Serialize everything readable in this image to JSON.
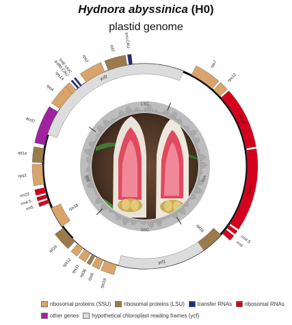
{
  "header": {
    "species": "Hydnora abyssinica",
    "code": "(H0)",
    "subtitle": "plastid genome"
  },
  "colors": {
    "ssu": "#d9a46b",
    "lsu": "#9b7a4c",
    "trna": "#1b2f7a",
    "rrna": "#d4001e",
    "other": "#a0229e",
    "ycf": "#dcdcdc"
  },
  "ring": {
    "lsc_label": "LSC",
    "ssc_label": "SSC",
    "ir_labels": [
      "IRA",
      "IRB"
    ]
  },
  "genes": [
    {
      "name": "ycf2",
      "start": -72,
      "end": 22,
      "strand": "in",
      "cat": "ycf"
    },
    {
      "name": "rps7",
      "start": 27,
      "end": 41,
      "strand": "out",
      "cat": "ssu"
    },
    {
      "name": "rps12",
      "start": 42,
      "end": 47,
      "strand": "out",
      "cat": "ssu"
    },
    {
      "name": "rrn16",
      "start": 48,
      "end": 80,
      "strand": "out",
      "cat": "rrna"
    },
    {
      "name": "rrn23",
      "start": 81,
      "end": 124,
      "strand": "out",
      "cat": "rrna"
    },
    {
      "name": "rrn4.5",
      "start": 125,
      "end": 127,
      "strand": "out",
      "cat": "rrna"
    },
    {
      "name": "rrn5",
      "start": 128,
      "end": 131,
      "strand": "out",
      "cat": "rrna"
    },
    {
      "name": "rpl16",
      "start": 132,
      "end": 145,
      "strand": "in",
      "cat": "lsu"
    },
    {
      "name": "ycf1",
      "start": 145,
      "end": 195,
      "strand": "in",
      "cat": "ycf"
    },
    {
      "name": "rps19",
      "start": 196,
      "end": 203,
      "strand": "out",
      "cat": "ssu"
    },
    {
      "name": "rps8",
      "start": 204,
      "end": 208,
      "strand": "out",
      "cat": "ssu"
    },
    {
      "name": "rpl36",
      "start": 209,
      "end": 211,
      "strand": "out",
      "cat": "lsu"
    },
    {
      "name": "rps11",
      "start": 212,
      "end": 216,
      "strand": "out",
      "cat": "ssu"
    },
    {
      "name": "rps12",
      "start": 217,
      "end": 221,
      "strand": "out",
      "cat": "ssu"
    },
    {
      "name": "rpl16",
      "start": 223,
      "end": 233,
      "strand": "out",
      "cat": "lsu"
    },
    {
      "name": "rps18",
      "start": 234,
      "end": 246,
      "strand": "in",
      "cat": "ssu"
    },
    {
      "name": "rrn5",
      "start": 249,
      "end": 251,
      "strand": "out",
      "cat": "rrna"
    },
    {
      "name": "rrn4.5",
      "start": 252,
      "end": 254,
      "strand": "out",
      "cat": "rrna"
    },
    {
      "name": "rrn23",
      "start": 255,
      "end": 258,
      "strand": "out",
      "cat": "rrna"
    },
    {
      "name": "rps3",
      "start": 260,
      "end": 271,
      "strand": "out",
      "cat": "ssu"
    },
    {
      "name": "rpl14",
      "start": 272,
      "end": 280,
      "strand": "out",
      "cat": "lsu"
    },
    {
      "name": "accD",
      "start": 282,
      "end": 302,
      "strand": "out",
      "cat": "other"
    },
    {
      "name": "rps4",
      "start": 304,
      "end": 315,
      "strand": "out",
      "cat": "ssu"
    },
    {
      "name": "rps14",
      "start": 315,
      "end": 318,
      "strand": "out",
      "cat": "ssu"
    },
    {
      "name": "trnfM-CAU",
      "start": 319,
      "end": 320,
      "strand": "out",
      "cat": "trna"
    },
    {
      "name": "trnE-UUC",
      "start": 321,
      "end": 322,
      "strand": "out",
      "cat": "trna"
    },
    {
      "name": "rps2",
      "start": 325,
      "end": 337,
      "strand": "out",
      "cat": "ssu"
    },
    {
      "name": "rpl2",
      "start": 339,
      "end": 350,
      "strand": "out",
      "cat": "lsu"
    },
    {
      "name": "trnI-CAU",
      "start": 351,
      "end": 353,
      "strand": "out",
      "cat": "trna"
    }
  ],
  "ir_arcs": [
    {
      "start": 22,
      "end": 148
    },
    {
      "start": 225,
      "end": 305
    }
  ],
  "legend": {
    "row1": [
      {
        "label": "ribosomal proteins (SSU)",
        "cat": "ssu"
      },
      {
        "label": "ribosomal proteins (LSU)",
        "cat": "lsu"
      },
      {
        "label": "transfer RNAs",
        "cat": "trna"
      },
      {
        "label": "ribosomal RNAs",
        "cat": "rrna"
      }
    ],
    "row2": [
      {
        "label": "other genes",
        "cat": "other"
      },
      {
        "label": "hypothetical chloroplast reading frames (ycf)",
        "cat": "ycf"
      }
    ]
  }
}
